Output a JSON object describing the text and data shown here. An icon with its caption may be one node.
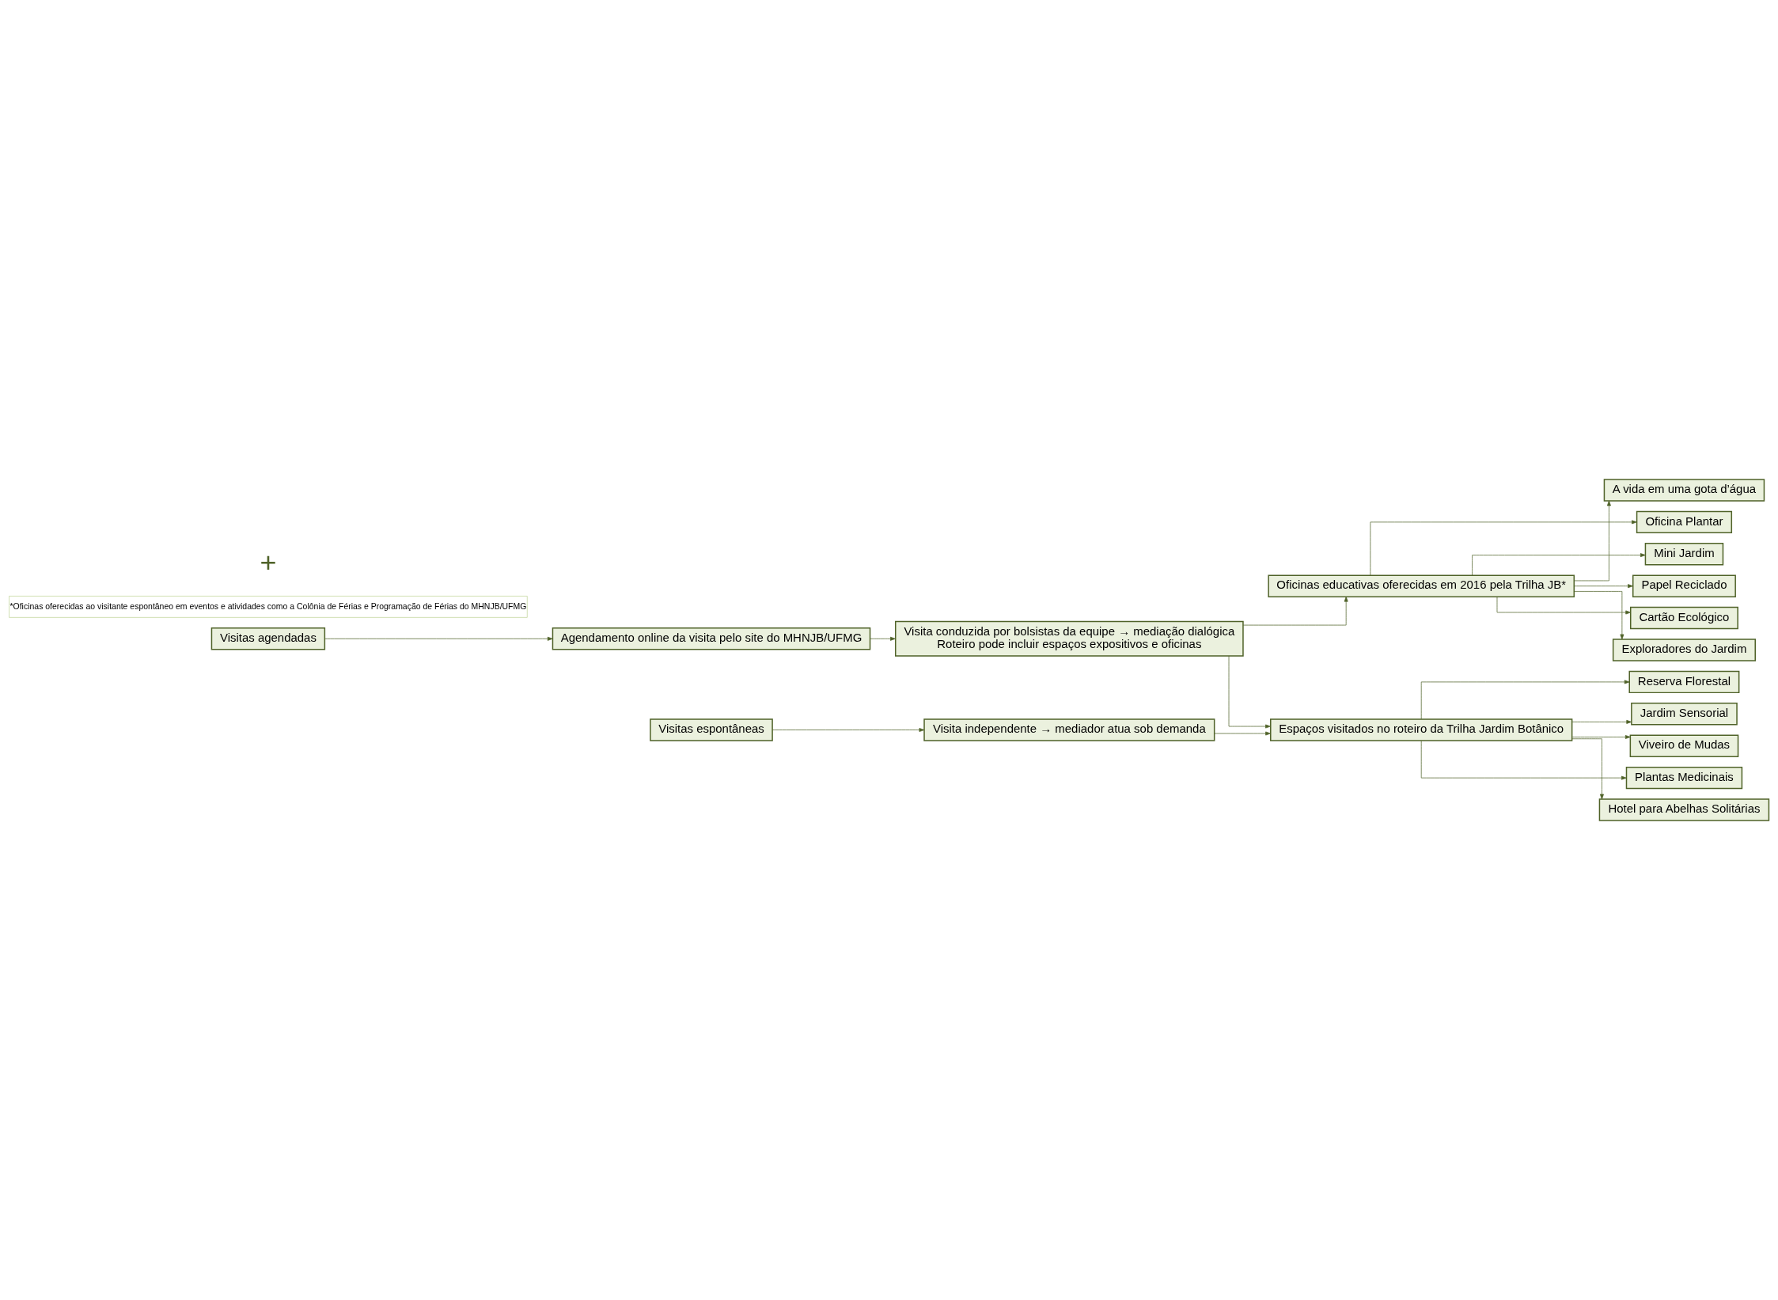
{
  "diagram": {
    "nodes": [
      {
        "text": [
          "Visitas agendadas"
        ]
      },
      {
        "text": [
          "Visitas espontâneas"
        ]
      },
      {
        "text": [
          "Agendamento online da visita pelo site do MHNJB/UFMG"
        ]
      },
      {
        "text": [
          "Visita independente → mediador atua sob demanda"
        ]
      },
      {
        "text": [
          "Visita conduzida por bolsistas da equipe → mediação dialógica",
          "Roteiro pode incluir espaços expositivos e oficinas"
        ]
      },
      {
        "text": [
          "Oficinas educativas oferecidas em 2016 pela Trilha JB*"
        ]
      },
      {
        "text": [
          "Espaços visitados no roteiro da Trilha Jardim Botânico"
        ]
      },
      {
        "text": [
          "A vida em uma gota d’água"
        ]
      },
      {
        "text": [
          "Oficina Plantar"
        ]
      },
      {
        "text": [
          "Mini Jardim"
        ]
      },
      {
        "text": [
          "Papel Reciclado"
        ]
      },
      {
        "text": [
          "Cartão Ecológico"
        ]
      },
      {
        "text": [
          "Exploradores do Jardim"
        ]
      },
      {
        "text": [
          "Reserva Florestal"
        ]
      },
      {
        "text": [
          "Jardim Sensorial"
        ]
      },
      {
        "text": [
          "Viveiro de Mudas"
        ]
      },
      {
        "text": [
          "Plantas Medicinais"
        ]
      },
      {
        "text": [
          "Hotel para Abelhas Solitárias"
        ]
      },
      {
        "text": [
          "*Oficinas oferecidas ao visitante espontâneo em eventos e atividades como a Colônia de Férias e Programação de Férias do MHNJB/UFMG"
        ]
      }
    ],
    "edges": [
      {
        "from": 0,
        "to": 2,
        "arrow": "to"
      },
      {
        "from": 1,
        "to": 3,
        "arrow": "to"
      },
      {
        "from": 2,
        "to": 4,
        "arrow": "to"
      },
      {
        "from": 4,
        "to": 5,
        "arrow": "to"
      },
      {
        "from": 4,
        "to": 6,
        "arrow": "to"
      },
      {
        "from": 3,
        "to": 6,
        "arrow": "to"
      },
      {
        "from": 5,
        "to": 7,
        "arrow": "to"
      },
      {
        "from": 5,
        "to": 8,
        "arrow": "to"
      },
      {
        "from": 5,
        "to": 9,
        "arrow": "to"
      },
      {
        "from": 5,
        "to": 10,
        "arrow": "to"
      },
      {
        "from": 5,
        "to": 11,
        "arrow": "to"
      },
      {
        "from": 5,
        "to": 12,
        "arrow": "to"
      },
      {
        "from": 6,
        "to": 13,
        "arrow": "to"
      },
      {
        "from": 6,
        "to": 14,
        "arrow": "to"
      },
      {
        "from": 6,
        "to": 15,
        "arrow": "to"
      },
      {
        "from": 6,
        "to": 16,
        "arrow": "to"
      },
      {
        "from": 6,
        "to": 17,
        "arrow": "to"
      }
    ],
    "labels": [
      "+"
    ]
  }
}
